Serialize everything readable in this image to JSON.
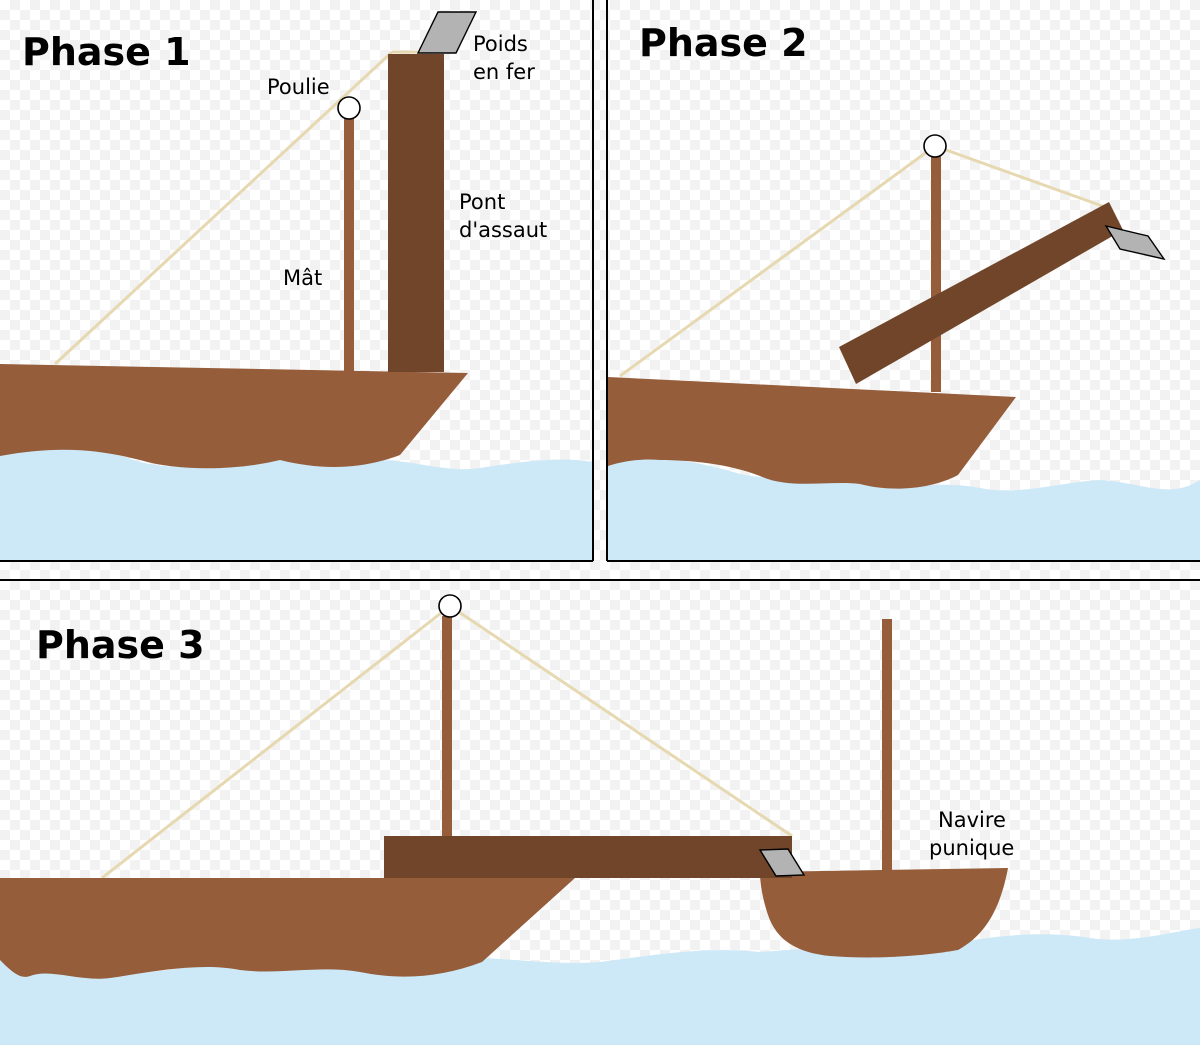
{
  "colors": {
    "hull": "#955d3a",
    "bridge": "#714529",
    "mast": "#955d3a",
    "water": "#cde9f8",
    "rope": "#e6d8b0",
    "weight": "#b3b3b3",
    "frame": "#000000"
  },
  "phases": [
    {
      "title": "Phase 1",
      "labels": {
        "pulley": "Poulie",
        "weight_line1": "Poids",
        "weight_line2": "en fer",
        "mast": "Mât",
        "bridge_line1": "Pont",
        "bridge_line2": "d'assaut"
      }
    },
    {
      "title": "Phase 2"
    },
    {
      "title": "Phase 3",
      "labels": {
        "enemy_line1": "Navire",
        "enemy_line2": "punique"
      }
    }
  ]
}
